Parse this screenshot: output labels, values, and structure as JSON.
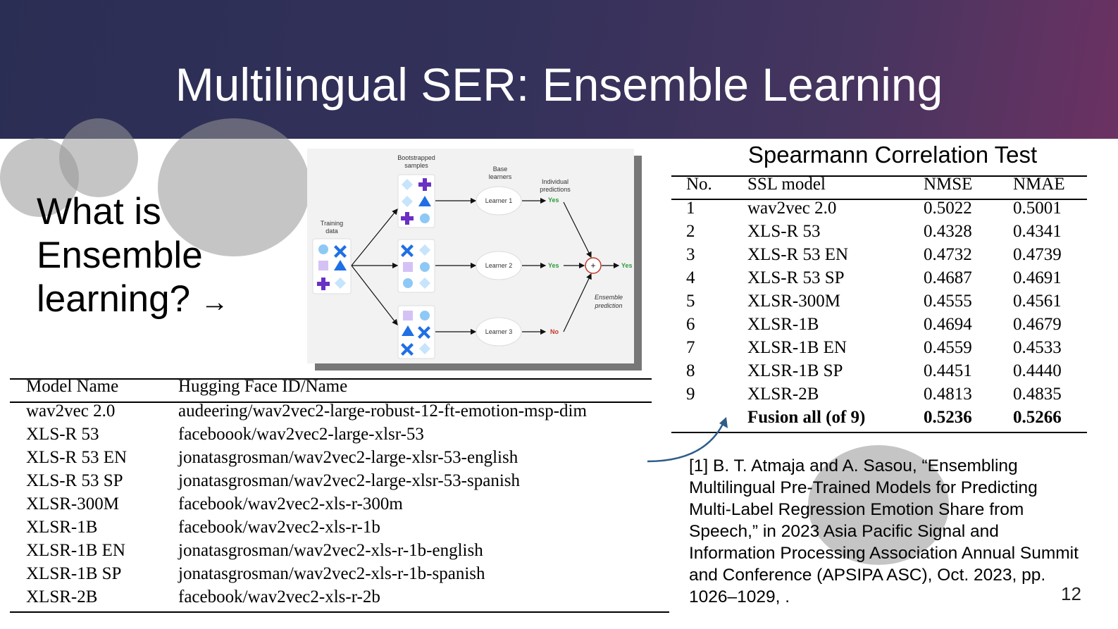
{
  "slide": {
    "title": "Multilingual SER: Ensemble Learning",
    "question_line1": "What is",
    "question_line2": "Ensemble",
    "question_line3": "learning?",
    "question_arrow": "→",
    "page_number": "12"
  },
  "figure": {
    "training_data_label_1": "Training",
    "training_data_label_2": "data",
    "bootstrapped_label_1": "Bootstrapped",
    "bootstrapped_label_2": "samples",
    "base_learners_label_1": "Base",
    "base_learners_label_2": "learners",
    "individual_predictions_label_1": "Individual",
    "individual_predictions_label_2": "predictions",
    "learner_1": "Learner 1",
    "learner_2": "Learner 2",
    "learner_3": "Learner 3",
    "prediction_1": "Yes",
    "prediction_2": "Yes",
    "prediction_3": "No",
    "final_prediction": "Yes",
    "ensemble_label_1": "Ensemble",
    "ensemble_label_2": "prediction",
    "plus_symbol": "+",
    "colors": {
      "light_blue": "#8ec9f5",
      "blue": "#1f6fe5",
      "purple": "#6a2fc4",
      "lavender": "#d5c2f5",
      "yes_green": "#2e9a3e",
      "no_red": "#c0392b"
    }
  },
  "hf_table": {
    "headers": [
      "Model Name",
      "Hugging Face ID/Name"
    ],
    "rows": [
      [
        "wav2vec 2.0",
        "audeering/wav2vec2-large-robust-12-ft-emotion-msp-dim"
      ],
      [
        "XLS-R 53",
        "faceboook/wav2vec2-large-xlsr-53"
      ],
      [
        "XLS-R 53 EN",
        "jonatasgrosman/wav2vec2-large-xlsr-53-english"
      ],
      [
        "XLS-R 53 SP",
        "jonatasgrosman/wav2vec2-large-xlsr-53-spanish"
      ],
      [
        "XLSR-300M",
        "facebook/wav2vec2-xls-r-300m"
      ],
      [
        "XLSR-1B",
        "facebook/wav2vec2-xls-r-1b"
      ],
      [
        "XLSR-1B EN",
        "jonatasgrosman/wav2vec2-xls-r-1b-english"
      ],
      [
        "XLSR-1B SP",
        "jonatasgrosman/wav2vec2-xls-r-1b-spanish"
      ],
      [
        "XLSR-2B",
        "facebook/wav2vec2-xls-r-2b"
      ]
    ]
  },
  "spearmann": {
    "title": "Spearmann Correlation Test",
    "headers": [
      "No.",
      "SSL model",
      "NMSE",
      "NMAE"
    ],
    "rows": [
      [
        "1",
        "wav2vec 2.0",
        "0.5022",
        "0.5001"
      ],
      [
        "2",
        "XLS-R 53",
        "0.4328",
        "0.4341"
      ],
      [
        "3",
        "XLS-R 53 EN",
        "0.4732",
        "0.4739"
      ],
      [
        "4",
        "XLS-R 53 SP",
        "0.4687",
        "0.4691"
      ],
      [
        "5",
        "XLSR-300M",
        "0.4555",
        "0.4561"
      ],
      [
        "6",
        "XLSR-1B",
        "0.4694",
        "0.4679"
      ],
      [
        "7",
        "XLSR-1B EN",
        "0.4559",
        "0.4533"
      ],
      [
        "8",
        "XLSR-1B SP",
        "0.4451",
        "0.4440"
      ],
      [
        "9",
        "XLSR-2B",
        "0.4813",
        "0.4835"
      ]
    ],
    "fusion_row": [
      "",
      "Fusion all (of 9)",
      "0.5236",
      "0.5266"
    ]
  },
  "citation": {
    "text": "[1] B. T. Atmaja and A. Sasou, “Ensembling Multilingual Pre-Trained Models for Predicting Multi-Label Regression Emotion Share from Speech,” in 2023 Asia Pacific Signal and Information Processing Association Annual Summit and Conference (APSIPA ASC), Oct. 2023, pp. 1026–1029, ."
  }
}
